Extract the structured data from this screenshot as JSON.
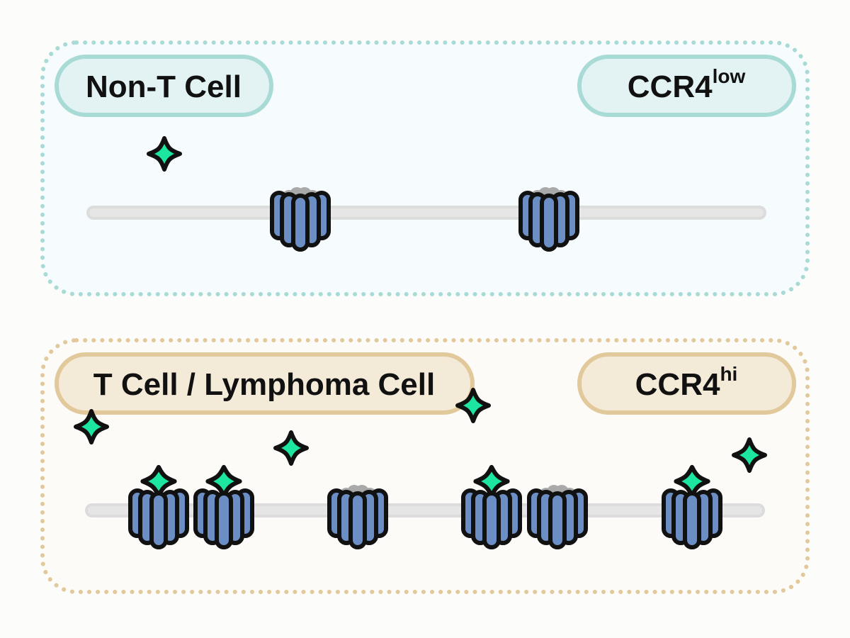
{
  "colors": {
    "background": "#fcfcfa",
    "panel_top_fill": "#f6fbfd",
    "panel_top_border": "#a8dad6",
    "panel_bottom_fill": "#fcfbf7",
    "panel_bottom_border": "#e2c99b",
    "pill_top_fill": "#e3f3f3",
    "pill_bottom_fill": "#f4ead8",
    "membrane": "#dcdcdc",
    "receptor": "#6b8fc4",
    "receptor_cap": "#a9a9a9",
    "ligand": "#1de6a1",
    "outline": "#111111"
  },
  "panels": {
    "top": {
      "cell_label": "Non-T Cell",
      "expression_base": "CCR4",
      "expression_sup": "low"
    },
    "bottom": {
      "cell_label": "T Cell / Lymphoma Cell",
      "expression_base": "CCR4",
      "expression_sup": "hi"
    }
  },
  "icons": {
    "receptor": "ccr4-receptor-icon",
    "ligand": "chemokine-ligand-icon"
  }
}
